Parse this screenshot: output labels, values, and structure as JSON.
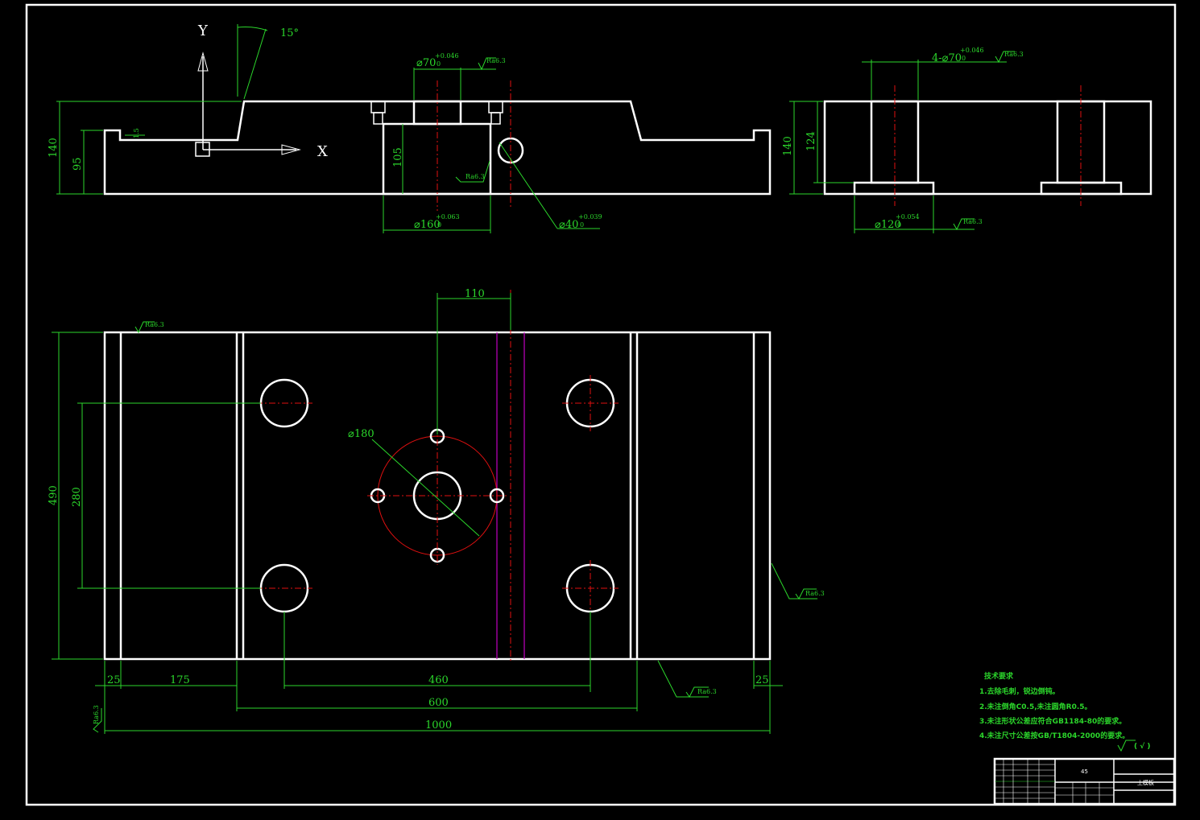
{
  "axes": {
    "y_label": "Y",
    "x_label": "X",
    "angle": "15°"
  },
  "front_view": {
    "dim_140": "140",
    "dim_95": "95",
    "dim_105": "105",
    "dim_small": "1.5",
    "bore_top": {
      "dia": "⌀70",
      "tol_upper": "+0.046",
      "tol_lower": "0"
    },
    "bore_bottom": {
      "dia": "⌀160",
      "tol_upper": "+0.063",
      "tol_lower": "0"
    },
    "pin_hole": {
      "dia": "⌀40",
      "tol_upper": "+0.039",
      "tol_lower": "0"
    }
  },
  "side_view": {
    "dim_140": "140",
    "dim_124": "124",
    "holes_top": {
      "dia": "4-⌀70",
      "tol_upper": "+0.046",
      "tol_lower": "0"
    },
    "counterbore": {
      "dia": "⌀120",
      "tol_upper": "+0.054",
      "tol_lower": "0"
    }
  },
  "plan_view": {
    "dim_110": "110",
    "dim_180": "⌀180",
    "dim_490": "490",
    "dim_280": "280",
    "dim_25_left": "25",
    "dim_175": "175",
    "dim_460": "460",
    "dim_600": "600",
    "dim_1000": "1000",
    "dim_25_right": "25"
  },
  "roughness_label": "Ra6.3",
  "notes": {
    "title": "技术要求",
    "items": [
      "1.去除毛刺，锐边倒钝。",
      "2.未注倒角C0.5,未注圆角R0.5。",
      "3.未注形状公差应符合GB1184-80的要求。",
      "4.未注尺寸公差按GB/T1804-2000的要求。"
    ],
    "general_roughness": "(  √  )"
  },
  "title_block": {
    "material": "45",
    "part_name": "上模板"
  }
}
